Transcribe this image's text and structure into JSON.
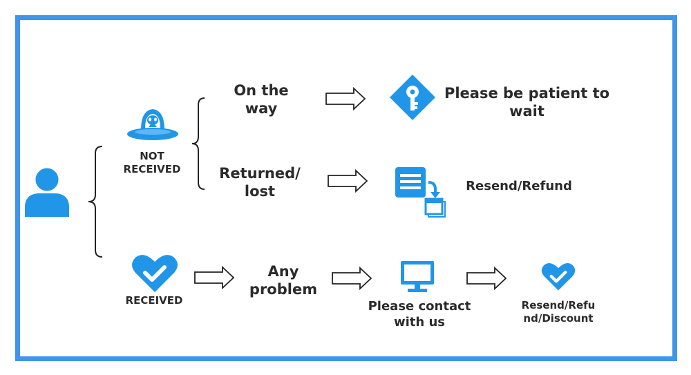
{
  "accent_color": "#2196e8",
  "border_color": "#3f95ea",
  "user": {
    "icon": "user-icon"
  },
  "not_received": {
    "label_line1": "NOT",
    "label_line2": "RECEIVED",
    "icon": "ufo-alien-icon",
    "branches": {
      "on_the_way": {
        "label_line1": "On the",
        "label_line2": "way",
        "result_line1": "Please be patient to",
        "result_line2": "wait",
        "icon": "diamond-key-icon"
      },
      "returned_lost": {
        "label_line1": "Returned/",
        "label_line2": "lost",
        "result": "Resend/Refund",
        "icon": "document-resend-icon"
      }
    }
  },
  "received": {
    "label": "RECEIVED",
    "icon": "heart-check-icon",
    "problem_line1": "Any",
    "problem_line2": "problem",
    "contact_line1": "Please contact",
    "contact_line2": "with us",
    "contact_icon": "monitor-icon",
    "final_line1": "Resend/Refu",
    "final_line2": "nd/Discount",
    "final_icon": "heart-check-small-icon"
  }
}
